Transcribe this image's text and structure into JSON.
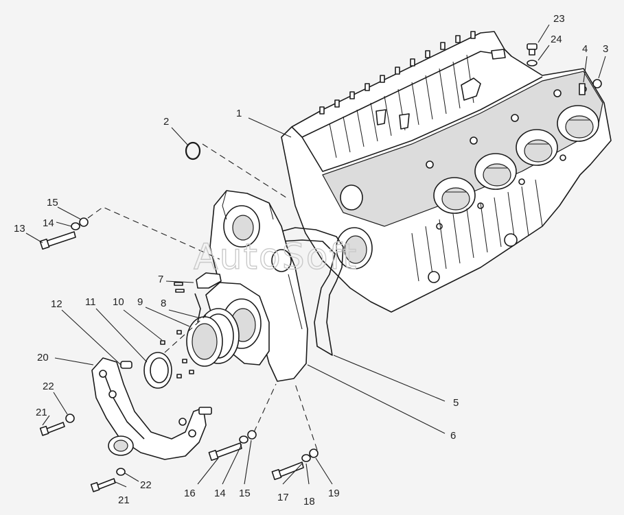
{
  "watermark": "AutoSoft",
  "callouts": {
    "c1": "1",
    "c2": "2",
    "c3": "3",
    "c4": "4",
    "c5": "5",
    "c6": "6",
    "c7": "7",
    "c8": "8",
    "c9": "9",
    "c10": "10",
    "c11": "11",
    "c12": "12",
    "c13": "13",
    "c14a": "14",
    "c14b": "14",
    "c15a": "15",
    "c15b": "15",
    "c16": "16",
    "c17": "17",
    "c18": "18",
    "c19": "19",
    "c20": "20",
    "c21a": "21",
    "c21b": "21",
    "c22a": "22",
    "c22b": "22",
    "c23": "23",
    "c24": "24"
  }
}
